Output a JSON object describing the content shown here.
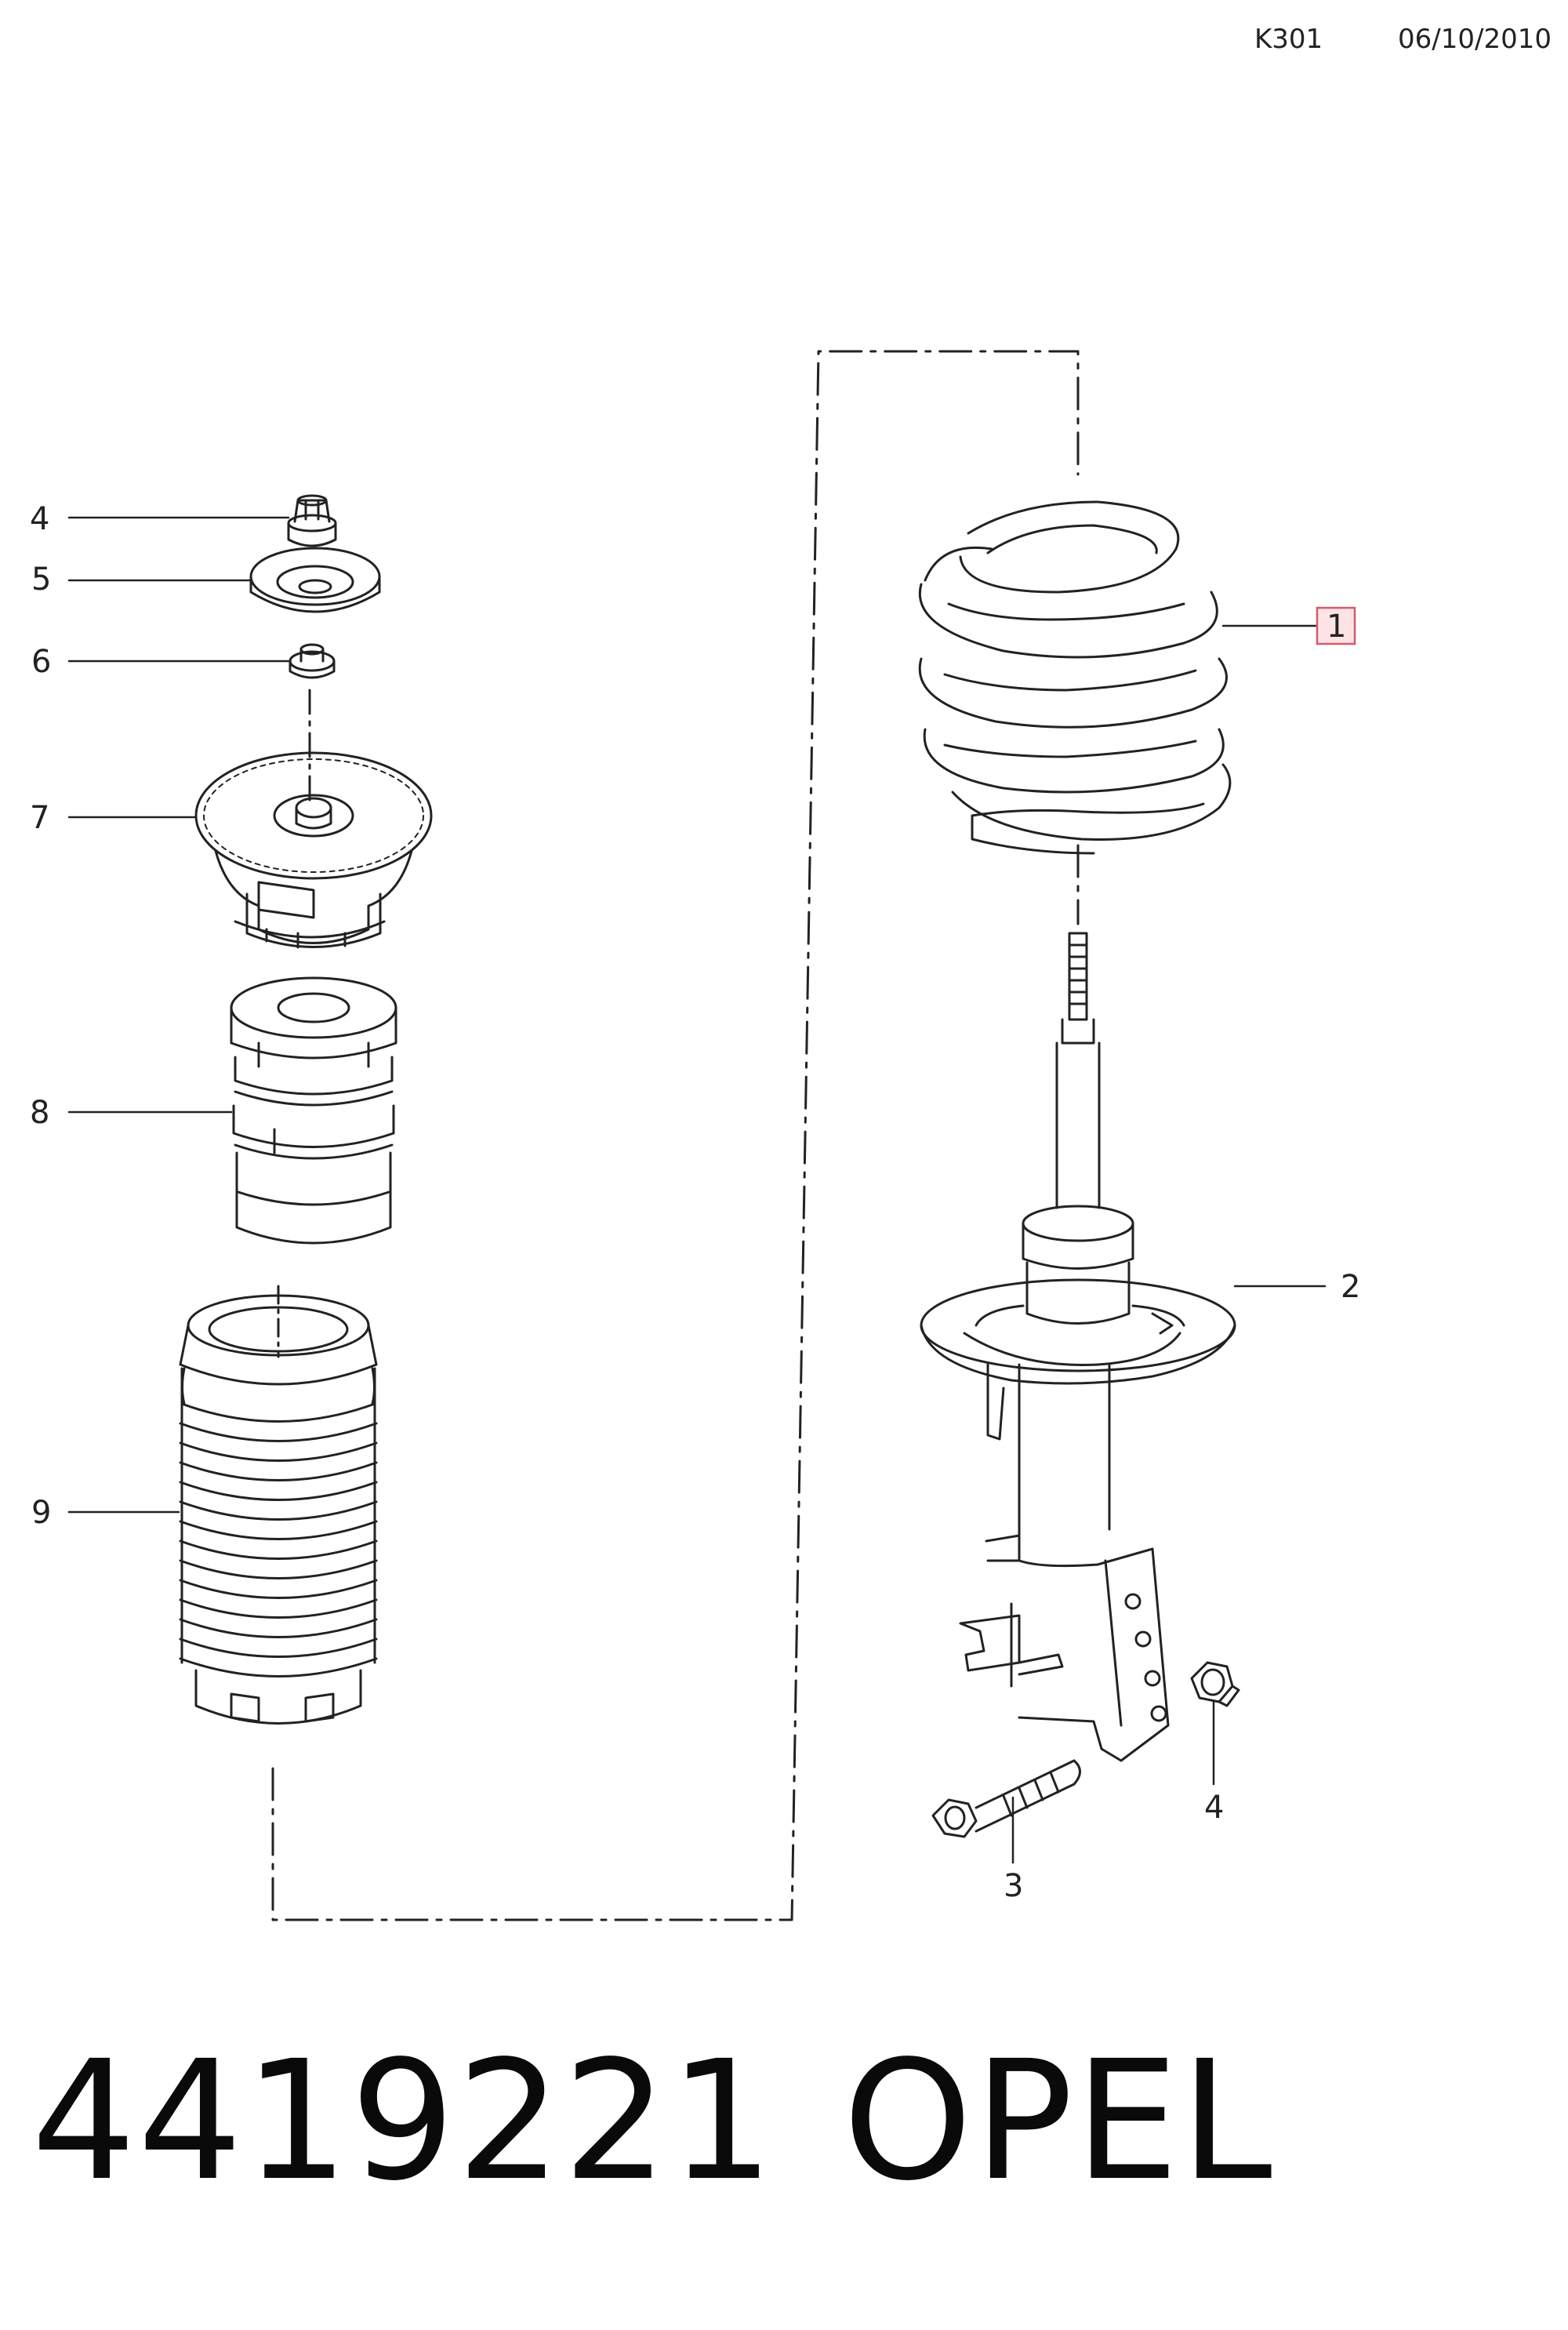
{
  "header": {
    "code": "K301",
    "date": "06/10/2010"
  },
  "callouts": {
    "label_4_top": "4",
    "label_5": "5",
    "label_6": "6",
    "label_7": "7",
    "label_8": "8",
    "label_9": "9",
    "label_1": "1",
    "label_2": "2",
    "label_3": "3",
    "label_4_bottom": "4"
  },
  "footer": {
    "part_number": "4419221",
    "brand": "OPEL"
  },
  "colors": {
    "line": "#222222",
    "highlight_fill": "#fde3e6",
    "highlight_stroke": "#d45a6a"
  }
}
